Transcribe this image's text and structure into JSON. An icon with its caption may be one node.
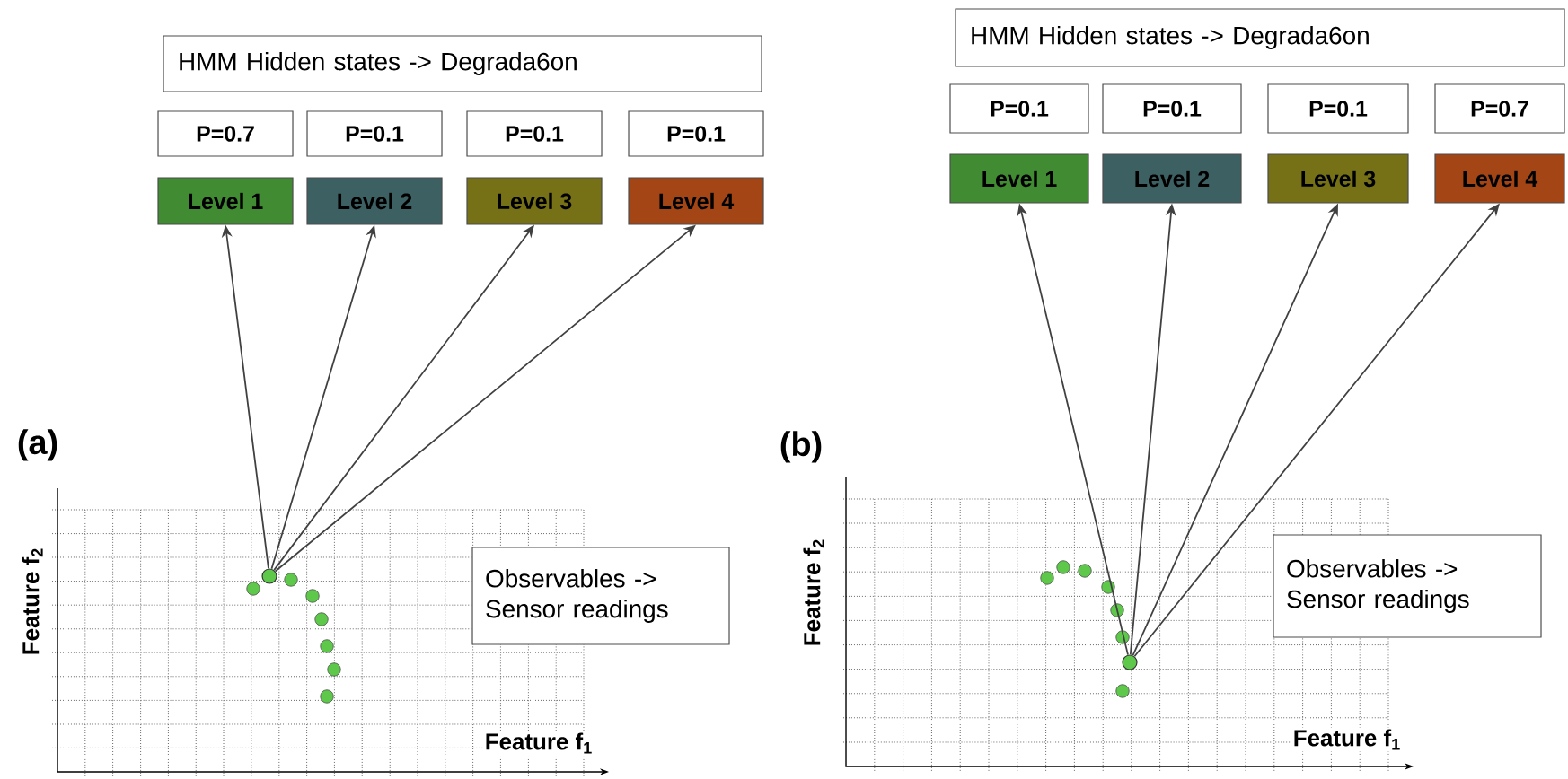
{
  "diagram": {
    "nodes": [
      {
        "text": [
          "HMM Hidden states -> Degrada6on"
        ]
      },
      {
        "text": [
          "P=0.7"
        ]
      },
      {
        "text": [
          "P=0.1"
        ]
      },
      {
        "text": [
          "P=0.1"
        ]
      },
      {
        "text": [
          "P=0.1"
        ]
      },
      {
        "text": [
          "Level 1"
        ]
      },
      {
        "text": [
          "Level 2"
        ]
      },
      {
        "text": [
          "Level 3"
        ]
      },
      {
        "text": [
          "Level 4"
        ]
      },
      {
        "text": [],
        "shape": "circle"
      },
      {
        "text": [
          "Observables -> Sensor readings"
        ]
      },
      {
        "text": [
          "HMM Hidden states -> Degrada6on"
        ]
      },
      {
        "text": [
          "P=0.1"
        ]
      },
      {
        "text": [
          "P=0.1"
        ]
      },
      {
        "text": [
          "P=0.1"
        ]
      },
      {
        "text": [
          "P=0.7"
        ]
      },
      {
        "text": [
          "Level 1"
        ]
      },
      {
        "text": [
          "Level 2"
        ]
      },
      {
        "text": [
          "Level 3"
        ]
      },
      {
        "text": [
          "Level 4"
        ]
      },
      {
        "text": [],
        "shape": "circle"
      },
      {
        "text": [
          "Observables -> Sensor readings"
        ]
      }
    ],
    "edges": [
      {
        "from": 9,
        "to": 5,
        "arrow": "to"
      },
      {
        "from": 9,
        "to": 6,
        "arrow": "to"
      },
      {
        "from": 9,
        "to": 7,
        "arrow": "to"
      },
      {
        "from": 9,
        "to": 8,
        "arrow": "to"
      },
      {
        "from": 20,
        "to": 16,
        "arrow": "to"
      },
      {
        "from": 20,
        "to": 17,
        "arrow": "to"
      },
      {
        "from": 20,
        "to": 18,
        "arrow": "to"
      },
      {
        "from": 20,
        "to": 19,
        "arrow": "to"
      }
    ],
    "labels": [
      "(a)",
      "Feature f$_{2}$",
      "Feature f$_{1}$",
      "(b)",
      "Feature f$_{2}$",
      "Feature f$_{1}$"
    ]
  }
}
